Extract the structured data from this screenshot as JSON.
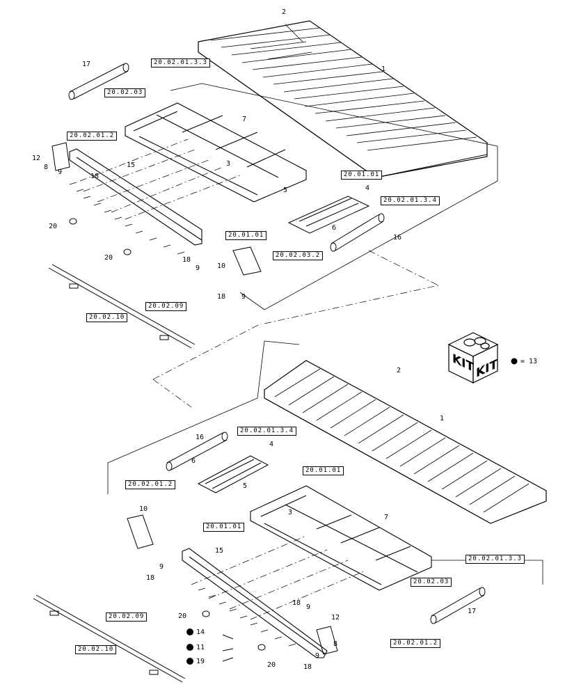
{
  "refs": {
    "r1": "20.02.01.3.3",
    "r2": "20.02.03",
    "r3": "20.02.01.2",
    "r4": "20.01.01",
    "r5": "20.02.01.3.4",
    "r6": "20.01.01",
    "r7": "20.02.03.2",
    "r8": "20.02.09",
    "r9": "20.02.10",
    "b1": "20.02.01.3.4",
    "b2": "20.01.01",
    "b3": "20.02.01.2",
    "b4": "20.01.01",
    "b5": "20.02.01.3.3",
    "b6": "20.02.03",
    "b7": "20.02.09",
    "b8": "20.02.10",
    "b9": "20.02.01.2"
  },
  "labels": {
    "t2": "2",
    "t1": "1",
    "t17": "17",
    "t7": "7",
    "t12": "12",
    "t8": "8",
    "t9a": "9",
    "t18a": "18",
    "t15": "15",
    "t3": "3",
    "t5": "5",
    "t4": "4",
    "t6": "6",
    "t16": "16",
    "t20a": "20",
    "t20b": "20",
    "t18b": "18",
    "t9b": "9",
    "t10": "10",
    "t18c": "18",
    "t9c": "9",
    "t13": "= 13",
    "u2": "2",
    "u1": "1",
    "u16": "16",
    "u4": "4",
    "u6": "6",
    "u5": "5",
    "u3": "3",
    "u7": "7",
    "u10": "10",
    "u9a": "9",
    "u18a": "18",
    "u15": "15",
    "u17": "17",
    "u20a": "20",
    "u20b": "20",
    "u18b": "18",
    "u9b": "9",
    "u12": "12",
    "u8": "8",
    "u9c": "9",
    "u18c": "18",
    "u14": "14",
    "u11": "11",
    "u19": "19"
  },
  "kit": {
    "text1": "KIT",
    "text2": "KIT"
  }
}
